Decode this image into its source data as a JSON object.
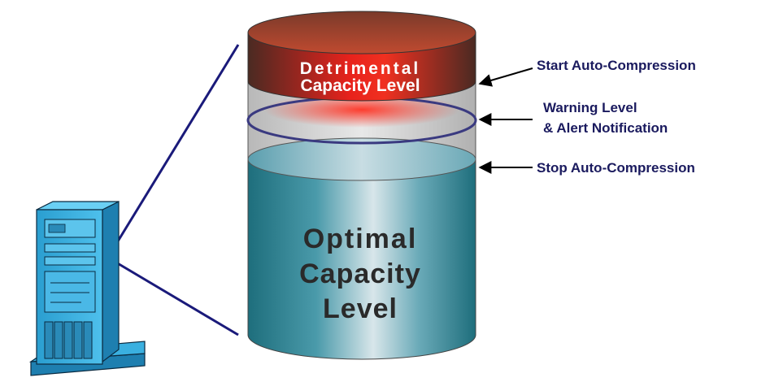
{
  "levels": {
    "detrimental": {
      "line1": "Detrimental",
      "line2": "Capacity Level"
    },
    "optimal": {
      "line1": "Optimal",
      "line2": "Capacity",
      "line3": "Level"
    }
  },
  "annotations": {
    "start": "Start Auto-Compression",
    "warning_line1": "Warning Level",
    "warning_line2": "& Alert Notification",
    "stop": "Stop Auto-Compression"
  },
  "colors": {
    "detrimental_red": "#e02020",
    "optimal_teal": "#2a8a9a",
    "warning_ring": "#3a3a80",
    "server_blue": "#3ab0e0",
    "annotation_text": "#1a1a5e"
  },
  "icons": {
    "server": "server-tower-icon"
  }
}
